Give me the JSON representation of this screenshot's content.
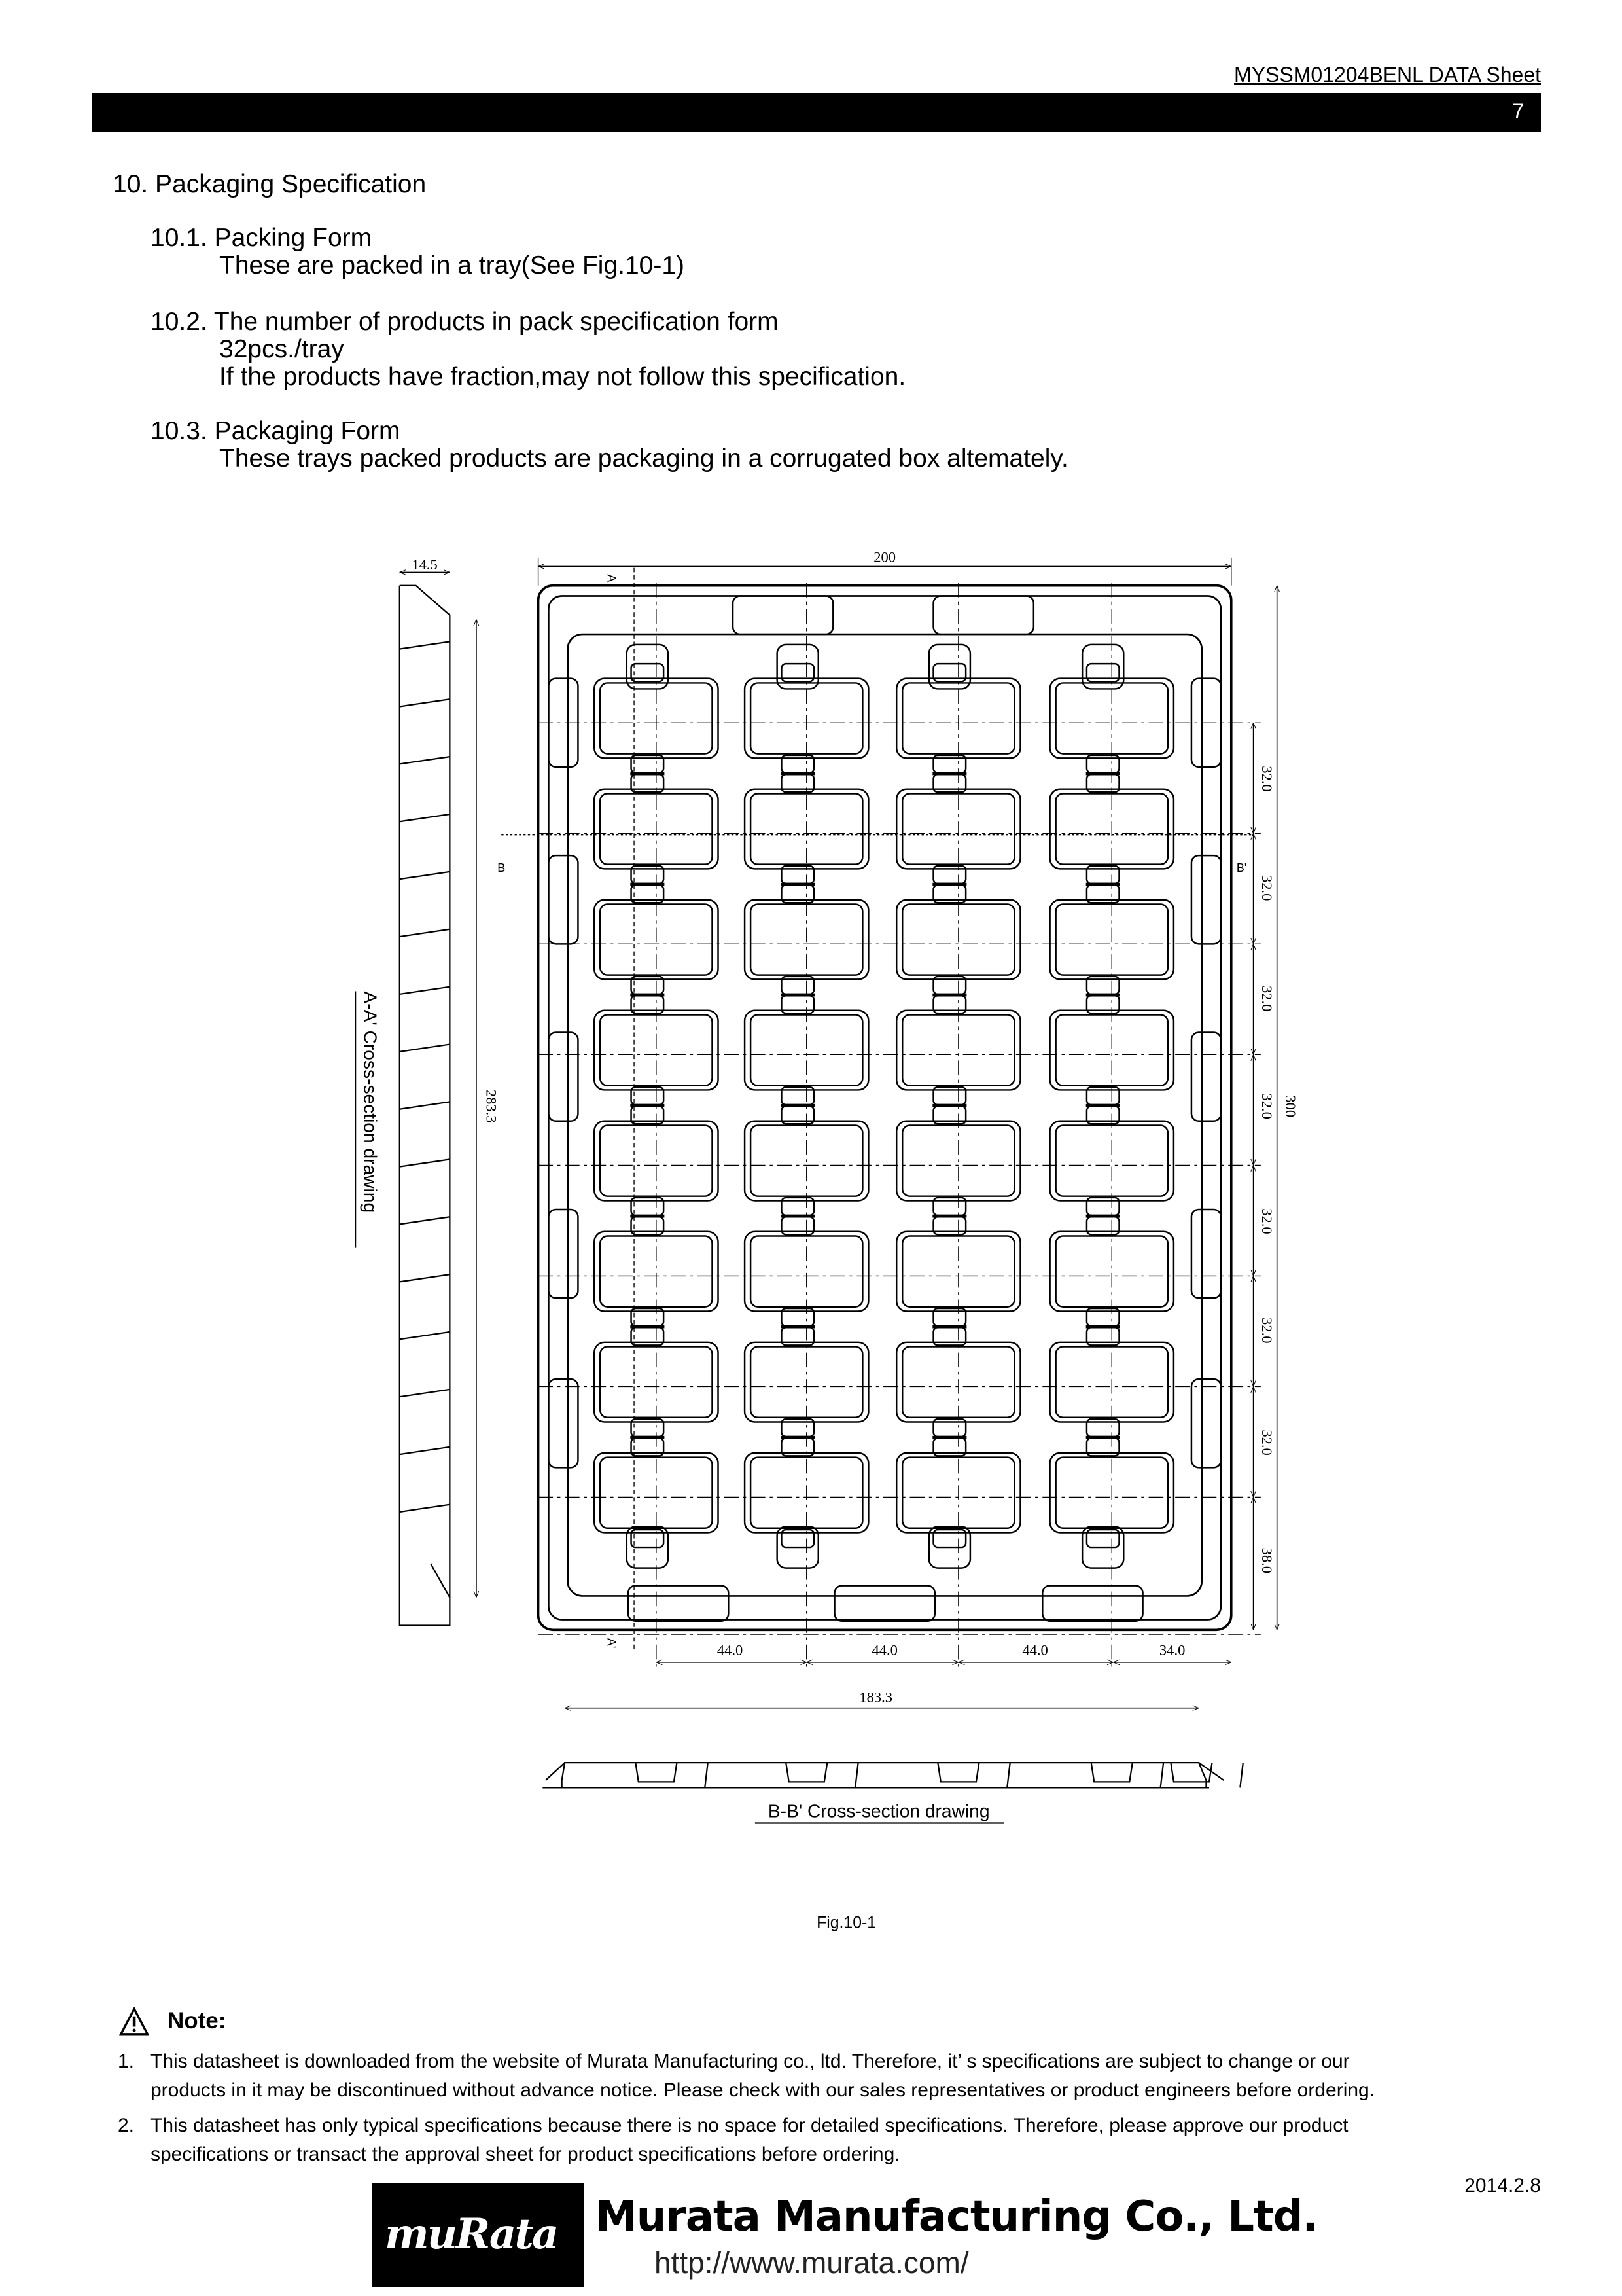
{
  "header": {
    "doc_title": "MYSSM01204BENL DATA Sheet",
    "page_number": "7"
  },
  "section": {
    "title": "10. Packaging Specification",
    "subsections": [
      {
        "heading": "10.1. Packing Form",
        "lines": [
          "These are packed in a tray(See Fig.10-1)"
        ]
      },
      {
        "heading": "10.2. The number of products in pack specification form",
        "lines": [
          "32pcs./tray",
          "If the products have fraction,may not follow this specification."
        ]
      },
      {
        "heading": "10.3. Packaging Form",
        "lines": [
          "These trays packed products are packaging in a corrugated box altemately."
        ]
      }
    ]
  },
  "figure": {
    "caption": "Fig.10-1",
    "aa_label": "A-A'  Cross-section drawing",
    "bb_label": "B-B'  Cross-section drawing",
    "dims": {
      "depth": "14.5",
      "width": "200",
      "inner_length": "283.3",
      "length": "300",
      "row_pitch": [
        "32.0",
        "32.0",
        "32.0",
        "32.0",
        "32.0",
        "32.0",
        "32.0",
        "38.0"
      ],
      "col_pitch": [
        "44.0",
        "44.0",
        "44.0",
        "34.0"
      ],
      "inner_width": "183.3"
    },
    "markers": {
      "a_top": "A",
      "a_bottom": "A'",
      "b_left": "B",
      "b_right": "B'"
    }
  },
  "notes": {
    "heading": "Note:",
    "items": [
      {
        "num": "1.",
        "lines": [
          "This datasheet is downloaded from the website of Murata Manufacturing co., ltd. Therefore, it’ s specifications are subject to change or our",
          "products in it may be discontinued without advance notice. Please check with our sales representatives or product engineers before ordering."
        ]
      },
      {
        "num": "2.",
        "lines": [
          "This datasheet has only typical specifications because there is no space for detailed specifications. Therefore, please approve our product",
          "specifications or transact the approval sheet for product specifications before ordering."
        ]
      }
    ]
  },
  "footer": {
    "date": "2014.2.8",
    "logo_text": "muRata",
    "company": "Murata Manufacturing Co., Ltd.",
    "url": "http://www.murata.com/"
  }
}
